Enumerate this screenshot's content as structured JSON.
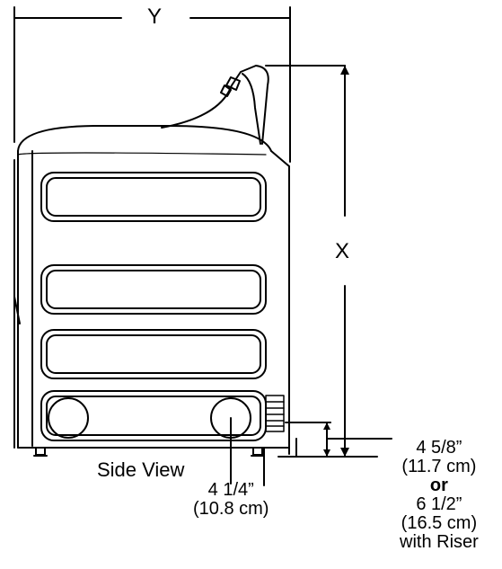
{
  "dimensions": {
    "width_label": "Y",
    "height_label": "X"
  },
  "view_label": "Side View",
  "dim_side": {
    "line1": "4 1/4”",
    "line2": "(10.8 cm)"
  },
  "dim_right": {
    "line1": "4 5/8”",
    "line2": "(11.7 cm)",
    "line3": "or",
    "line4": "6 1/2”",
    "line5": "(16.5 cm)",
    "line6": "with Riser"
  }
}
